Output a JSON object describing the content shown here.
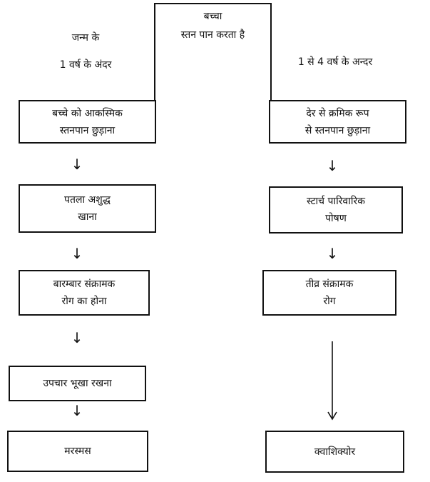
{
  "center": {
    "line1": "बच्चा",
    "line2": "स्तन पान करता है"
  },
  "left_branch": {
    "line1": "जन्म के",
    "line2": "1 वर्ष के अंदर"
  },
  "right_branch": {
    "line1": "1 से 4 वर्ष के अन्दर"
  },
  "left_boxes": [
    {
      "line1": "बच्चे को आकस्मिक",
      "line2": "स्तनपान छुड़ाना"
    },
    {
      "line1": "पतला अशुद्ध",
      "line2": "खाना"
    },
    {
      "line1": "बारम्बार संक्रामक",
      "line2": "रोग का होना"
    },
    {
      "line1": "उपचार भूखा रखना"
    },
    {
      "line1": "मरस्मस"
    }
  ],
  "right_boxes": [
    {
      "line1": "देर से क्रमिक रूप",
      "line2": "से स्तनपान छुड़ाना"
    },
    {
      "line1": "स्टार्च पारिवारिक",
      "line2": "पोषण"
    },
    {
      "line1": "तीव्र संक्रामक",
      "line2": "रोग"
    },
    {
      "line1": "क्वाशिक्योर"
    }
  ],
  "arrow_glyph": "↓"
}
